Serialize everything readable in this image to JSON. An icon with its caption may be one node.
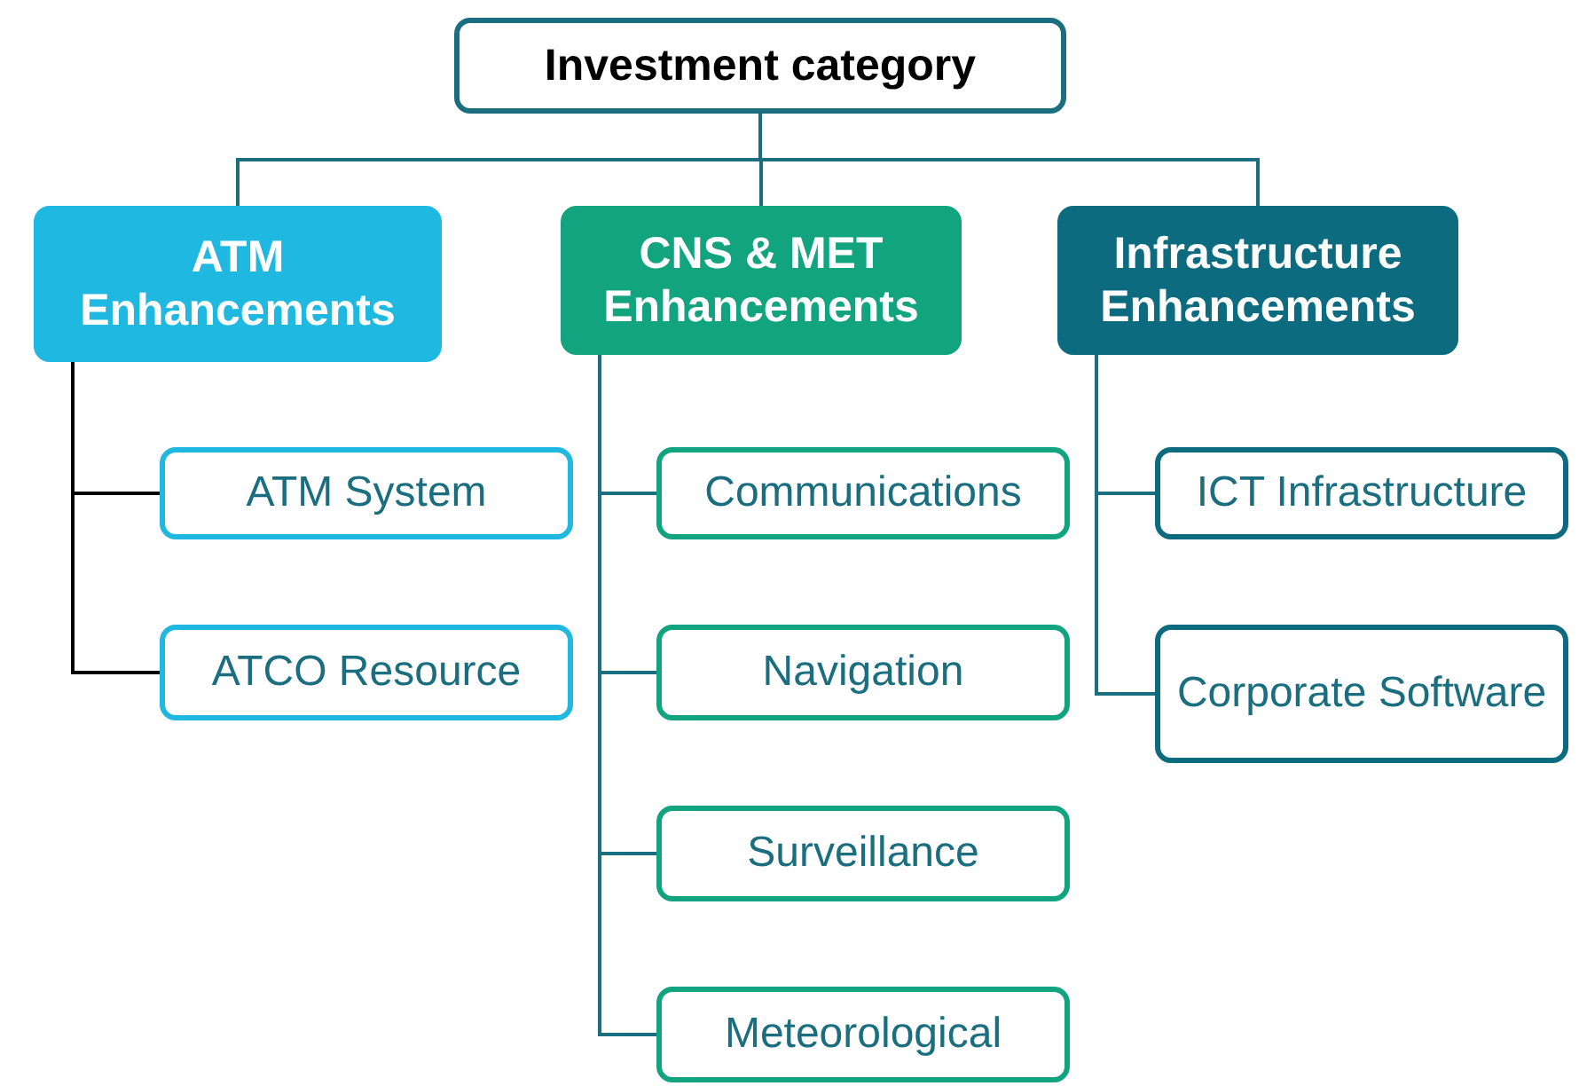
{
  "diagram": {
    "nodes": [
      {
        "text": [
          "Investment category"
        ]
      },
      {
        "text": [
          "ATM Enhancements"
        ]
      },
      {
        "text": [
          "CNS & MET Enhancements"
        ]
      },
      {
        "text": [
          "Infrastructure Enhancements"
        ]
      },
      {
        "text": [
          "ATM System"
        ]
      },
      {
        "text": [
          "ATCO Resource"
        ]
      },
      {
        "text": [
          "Communications"
        ]
      },
      {
        "text": [
          "Navigation"
        ]
      },
      {
        "text": [
          "Surveillance"
        ]
      },
      {
        "text": [
          "Meteorological"
        ]
      },
      {
        "text": [
          "ICT Infrastructure"
        ]
      },
      {
        "text": [
          "Corporate Software"
        ]
      }
    ],
    "edges": [
      {
        "from": 0,
        "to": 1,
        "arrow": "none"
      },
      {
        "from": 0,
        "to": 2,
        "arrow": "none"
      },
      {
        "from": 0,
        "to": 3,
        "arrow": "none"
      },
      {
        "from": 1,
        "to": 4,
        "arrow": "none",
        "color": "#000000"
      },
      {
        "from": 1,
        "to": 5,
        "arrow": "none",
        "color": "#000000"
      },
      {
        "from": 2,
        "to": 6,
        "arrow": "none"
      },
      {
        "from": 2,
        "to": 7,
        "arrow": "none"
      },
      {
        "from": 2,
        "to": 8,
        "arrow": "none"
      },
      {
        "from": 2,
        "to": 9,
        "arrow": "none"
      },
      {
        "from": 3,
        "to": 10,
        "arrow": "none"
      },
      {
        "from": 3,
        "to": 11,
        "arrow": "none"
      }
    ]
  }
}
